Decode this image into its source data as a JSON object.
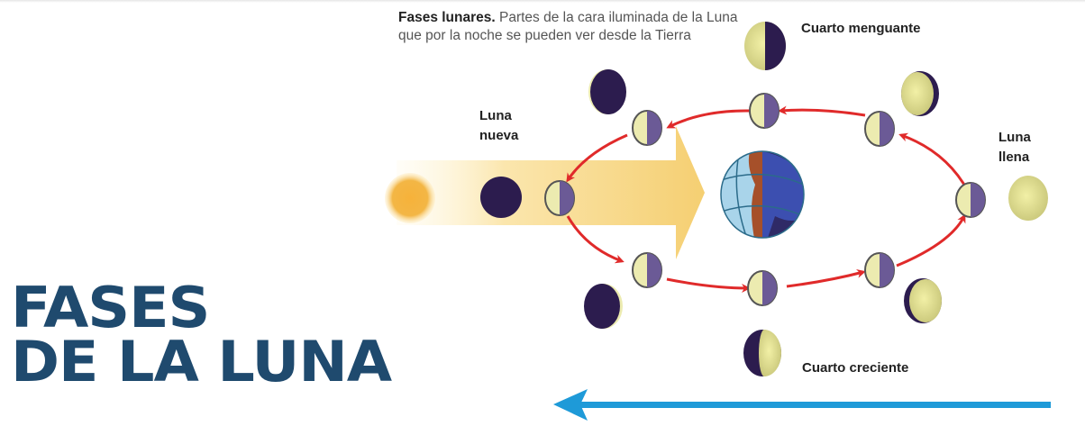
{
  "title": {
    "line1": "FASES",
    "line2": "DE LA LUNA",
    "color": "#1f4a6e"
  },
  "caption": {
    "bold": "Fases lunares.",
    "text": " Partes de la cara iluminada de la Luna que por la noche se pueden ver desde la Tierra"
  },
  "labels": {
    "new_moon": "Luna nueva",
    "full_moon": "Luna llena",
    "last_quarter": "Cuarto menguante",
    "first_quarter": "Cuarto creciente"
  },
  "colors": {
    "sun": "#f2b43a",
    "sunlight_band": "#f7d98a",
    "moon_dark": "#2c1c4e",
    "moon_lit": "#ecebb0",
    "orbit_moon_dark": "#6b5a96",
    "orbit_arrow": "#e02a2a",
    "earth_ocean": "#a9d4ea",
    "earth_night": "#2f2a66",
    "blue_arrow": "#1e9ad8"
  }
}
